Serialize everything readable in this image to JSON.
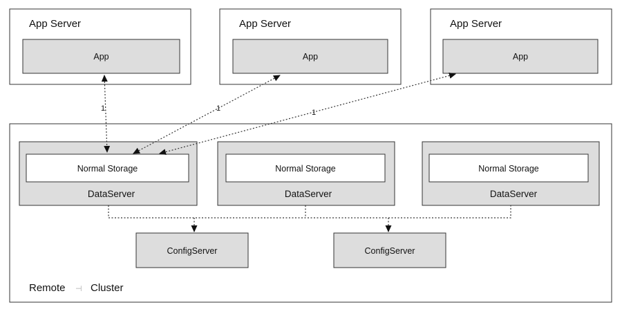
{
  "app_servers": [
    {
      "title": "App Server",
      "app_label": "App"
    },
    {
      "title": "App Server",
      "app_label": "App"
    },
    {
      "title": "App Server",
      "app_label": "App"
    }
  ],
  "connections": [
    {
      "label": "1"
    },
    {
      "label": "1"
    },
    {
      "label": "1"
    }
  ],
  "data_servers": [
    {
      "title": "DataServer",
      "storage_label": "Normal Storage"
    },
    {
      "title": "DataServer",
      "storage_label": "Normal Storage"
    },
    {
      "title": "DataServer",
      "storage_label": "Normal Storage"
    }
  ],
  "config_servers": [
    {
      "label": "ConfigServer"
    },
    {
      "label": "ConfigServer"
    }
  ],
  "cluster": {
    "label_left": "Remote",
    "label_right": "Cluster"
  },
  "colors": {
    "box_fill": "#dddddd",
    "stroke": "#333333"
  }
}
